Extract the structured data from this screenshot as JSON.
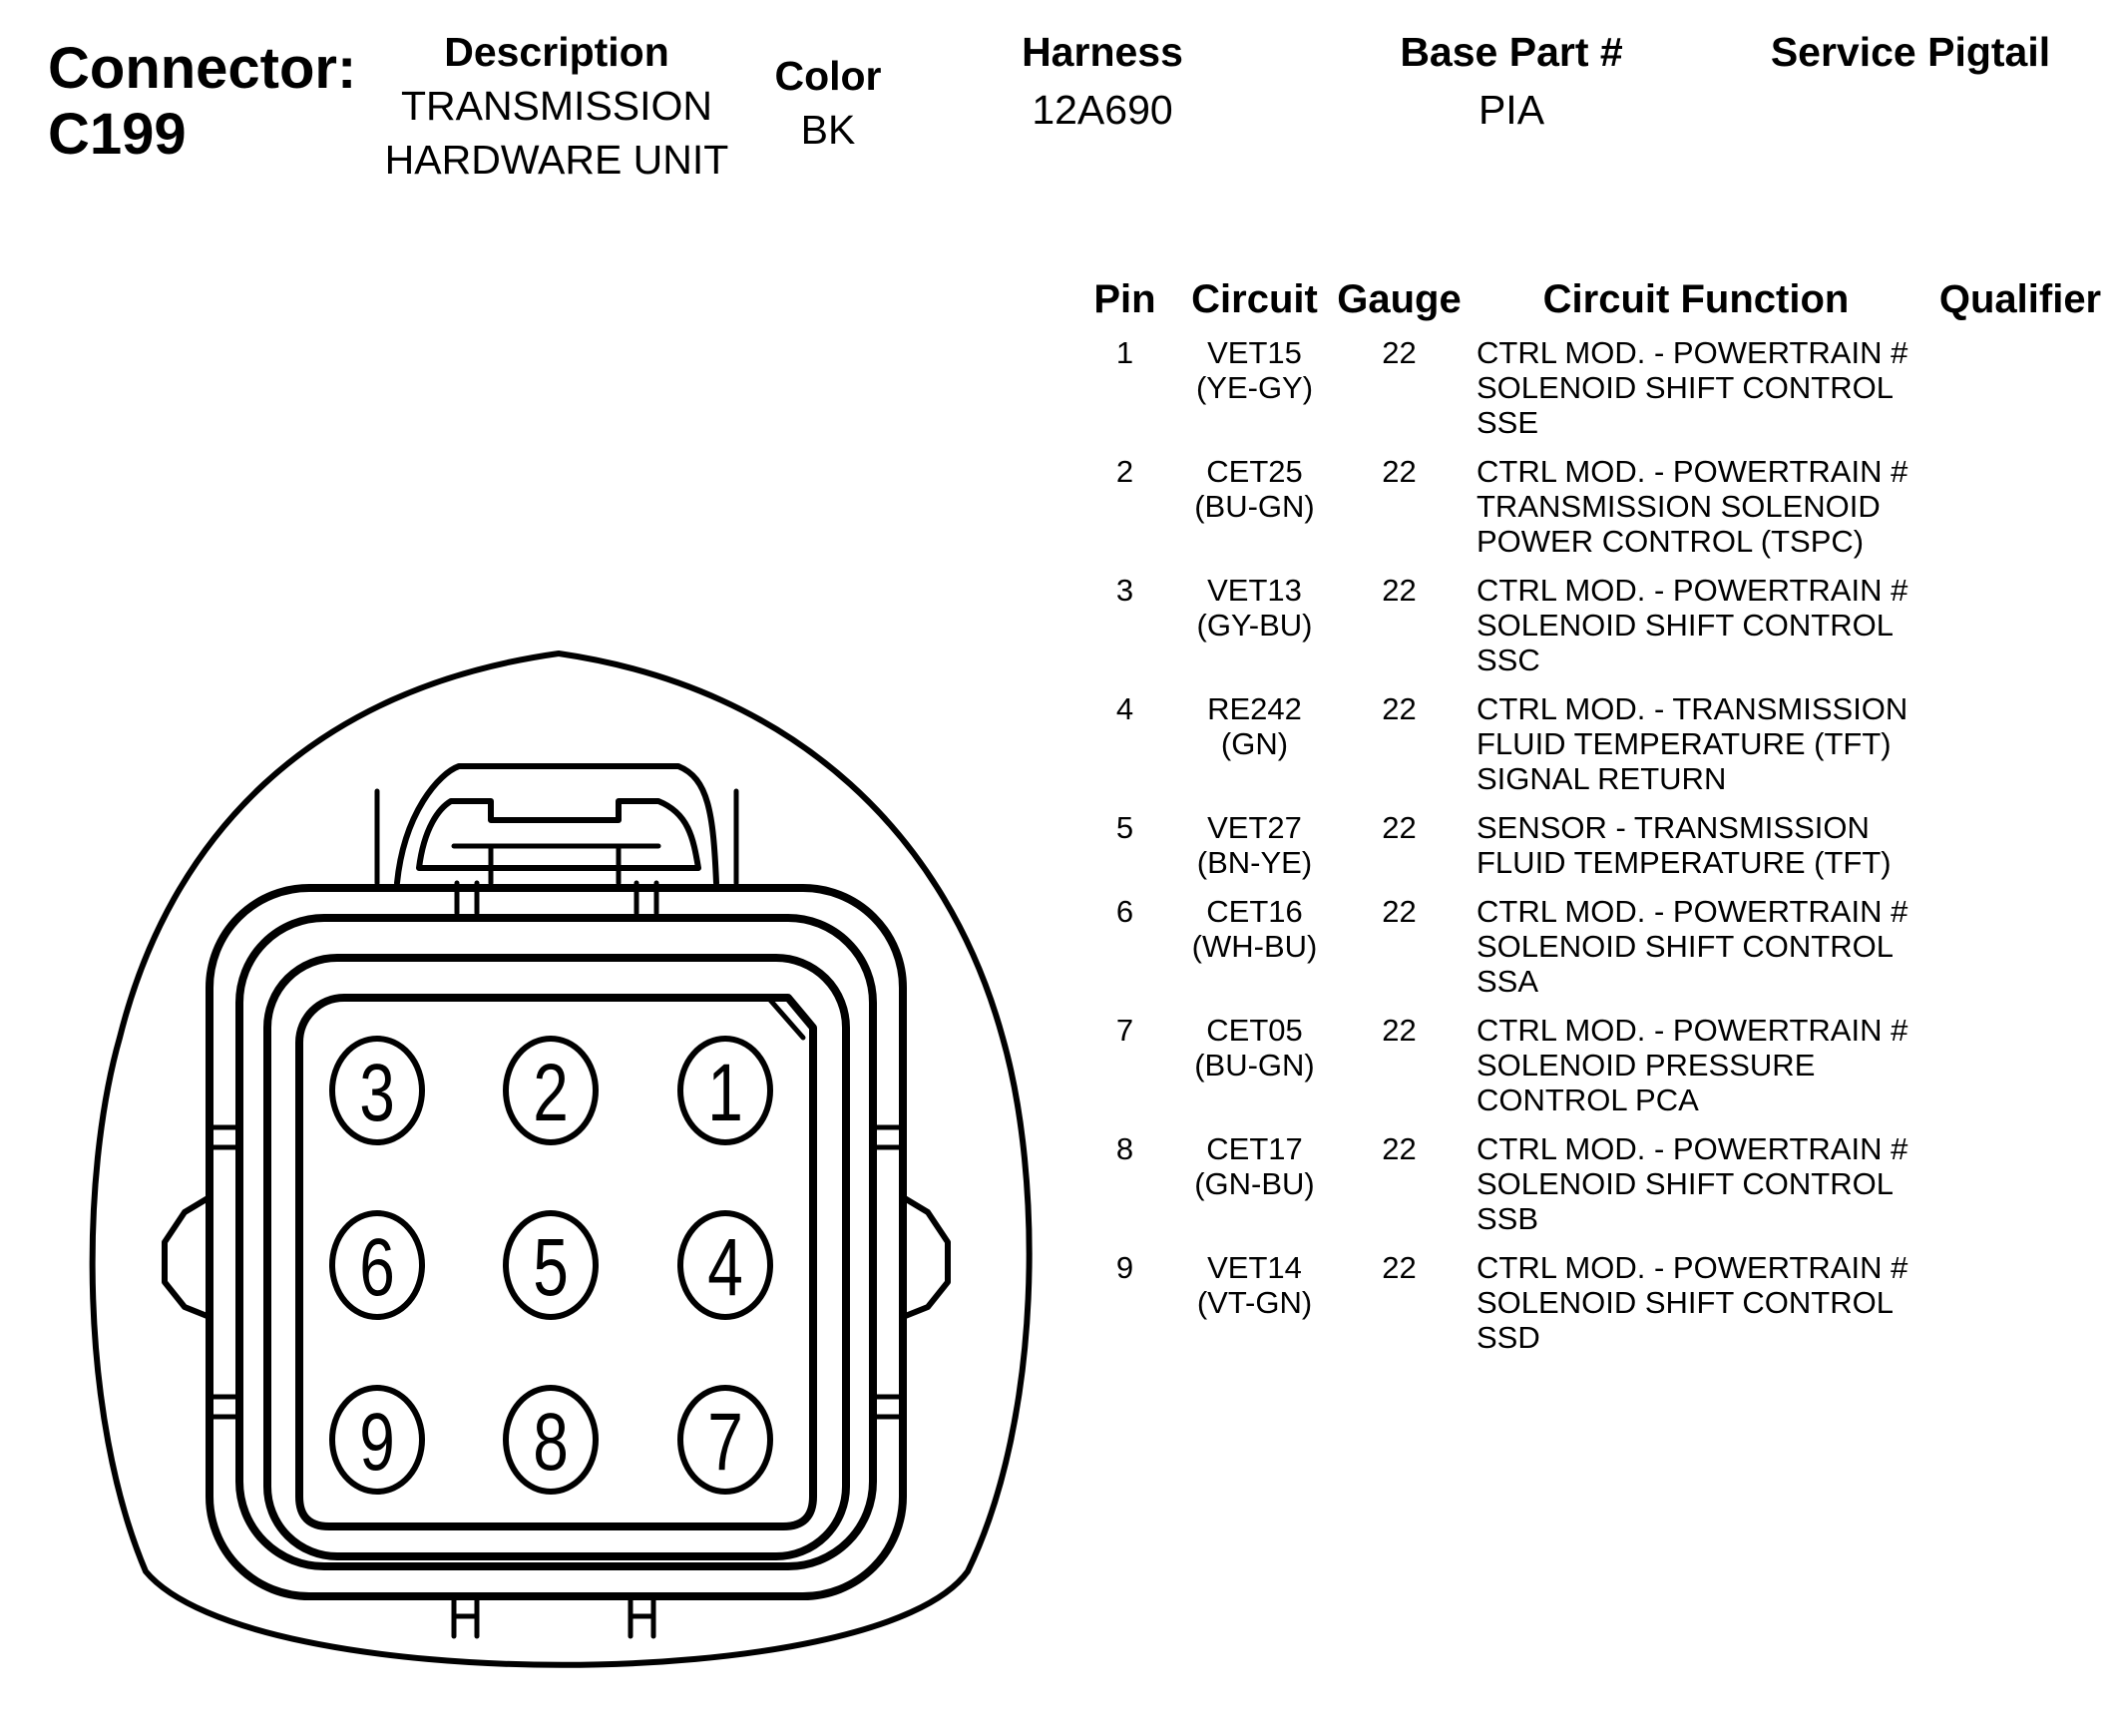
{
  "connector": {
    "label": "Connector:",
    "id": "C199"
  },
  "header": {
    "description_label": "Description",
    "description_lines": [
      "TRANSMISSION",
      "HARDWARE UNIT"
    ],
    "color_label": "Color",
    "color_value": "BK",
    "harness_label": "Harness",
    "harness_value": "12A690",
    "base_part_label": "Base Part #",
    "base_part_value": "PIA",
    "service_pigtail_label": "Service Pigtail"
  },
  "table": {
    "headers": {
      "pin": "Pin",
      "circuit": "Circuit",
      "gauge": "Gauge",
      "function": "Circuit Function",
      "qualifier": "Qualifier"
    },
    "rows": [
      {
        "pin": "1",
        "circuit": "VET15",
        "color": "(YE-GY)",
        "gauge": "22",
        "function": [
          "CTRL MOD. - POWERTRAIN #",
          "SOLENOID SHIFT CONTROL",
          "SSE"
        ]
      },
      {
        "pin": "2",
        "circuit": "CET25",
        "color": "(BU-GN)",
        "gauge": "22",
        "function": [
          "CTRL MOD. - POWERTRAIN #",
          "TRANSMISSION SOLENOID",
          "POWER CONTROL (TSPC)"
        ]
      },
      {
        "pin": "3",
        "circuit": "VET13",
        "color": "(GY-BU)",
        "gauge": "22",
        "function": [
          "CTRL MOD. - POWERTRAIN #",
          "SOLENOID SHIFT CONTROL",
          "SSC"
        ]
      },
      {
        "pin": "4",
        "circuit": "RE242",
        "color": "(GN)",
        "gauge": "22",
        "function": [
          "CTRL MOD. - TRANSMISSION",
          "FLUID TEMPERATURE (TFT)",
          "SIGNAL RETURN"
        ]
      },
      {
        "pin": "5",
        "circuit": "VET27",
        "color": "(BN-YE)",
        "gauge": "22",
        "function": [
          "SENSOR - TRANSMISSION",
          "FLUID TEMPERATURE (TFT)"
        ]
      },
      {
        "pin": "6",
        "circuit": "CET16",
        "color": "(WH-BU)",
        "gauge": "22",
        "function": [
          "CTRL MOD. - POWERTRAIN #",
          "SOLENOID SHIFT CONTROL",
          "SSA"
        ]
      },
      {
        "pin": "7",
        "circuit": "CET05",
        "color": "(BU-GN)",
        "gauge": "22",
        "function": [
          "CTRL MOD. - POWERTRAIN #",
          "SOLENOID PRESSURE",
          "CONTROL PCA"
        ]
      },
      {
        "pin": "8",
        "circuit": "CET17",
        "color": "(GN-BU)",
        "gauge": "22",
        "function": [
          "CTRL MOD. - POWERTRAIN #",
          "SOLENOID SHIFT CONTROL",
          "SSB"
        ]
      },
      {
        "pin": "9",
        "circuit": "VET14",
        "color": "(VT-GN)",
        "gauge": "22",
        "function": [
          "CTRL MOD. - POWERTRAIN #",
          "SOLENOID SHIFT CONTROL",
          "SSD"
        ]
      }
    ]
  },
  "diagram": {
    "pin_layout": [
      [
        "3",
        "2",
        "1"
      ],
      [
        "6",
        "5",
        "4"
      ],
      [
        "9",
        "8",
        "7"
      ]
    ]
  }
}
